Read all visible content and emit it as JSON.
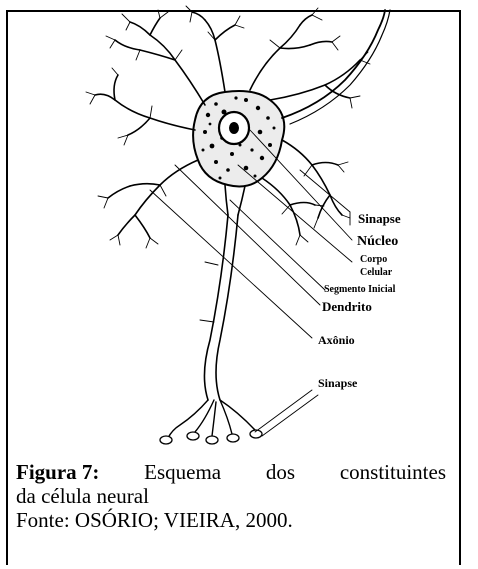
{
  "labels": {
    "sinapse_top": "Sinapse",
    "nucleo": "Núcleo",
    "corpo": "Corpo",
    "celular": "Celular",
    "segmento_inicial": "Segmento Inicial",
    "dendrito": "Dendrito",
    "axonio": "Axônio",
    "sinapse_bottom": "Sinapse"
  },
  "caption": {
    "figure_label": "Figura 7:",
    "line1_words": [
      "Esquema",
      "dos",
      "constituintes"
    ],
    "line2": "da célula neural",
    "source": "Fonte: OSÓRIO; VIEIRA, 2000."
  }
}
